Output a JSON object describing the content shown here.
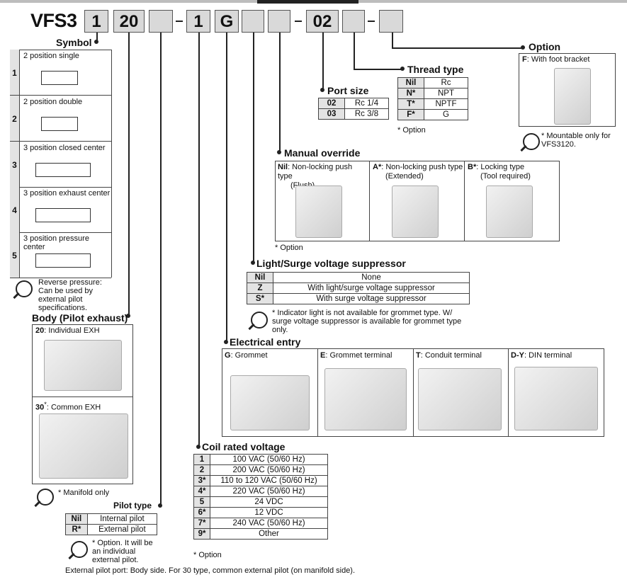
{
  "model": {
    "prefix": "VFS3",
    "boxes": [
      "1",
      "20",
      "",
      "1",
      "G",
      "",
      "02",
      "",
      ""
    ]
  },
  "symbol": {
    "title": "Symbol",
    "rows": [
      {
        "num": "1",
        "label": "2 position single"
      },
      {
        "num": "2",
        "label": "2 position double"
      },
      {
        "num": "3",
        "label": "3 position closed center"
      },
      {
        "num": "4",
        "label": "3 position exhaust center"
      },
      {
        "num": "5",
        "label": "3 position pressure center"
      }
    ],
    "note": "Reverse pressure: Can be used by external pilot specifications."
  },
  "body": {
    "title": "Body (Pilot exhaust)",
    "opt1_key": "20",
    "opt1_label": ": Individual EXH",
    "opt2_key": "30",
    "opt2_label": ": Common EXH",
    "note": "Manifold only"
  },
  "pilot": {
    "title": "Pilot type",
    "rows": [
      {
        "k": "Nil",
        "v": "Internal pilot"
      },
      {
        "k": "R*",
        "v": "External pilot"
      }
    ],
    "note": "Option. It will be an individual external pilot."
  },
  "footer": "External pilot port: Body side. For 30 type, common external pilot (on manifold side).",
  "coil": {
    "title": "Coil rated voltage",
    "rows": [
      {
        "k": "1",
        "v": "100 VAC (50/60 Hz)"
      },
      {
        "k": "2",
        "v": "200 VAC (50/60 Hz)"
      },
      {
        "k": "3*",
        "v": "110 to 120 VAC (50/60 Hz)"
      },
      {
        "k": "4*",
        "v": "220 VAC (50/60 Hz)"
      },
      {
        "k": "5",
        "v": "24 VDC"
      },
      {
        "k": "6*",
        "v": "12 VDC"
      },
      {
        "k": "7*",
        "v": "240 VAC (50/60 Hz)"
      },
      {
        "k": "9*",
        "v": "Other"
      }
    ],
    "note": "Option"
  },
  "electrical": {
    "title": "Electrical entry",
    "cells": [
      {
        "k": "G",
        "v": ": Grommet"
      },
      {
        "k": "E",
        "v": ": Grommet terminal"
      },
      {
        "k": "T",
        "v": ": Conduit terminal"
      },
      {
        "k": "D-Y",
        "v": ": DIN terminal"
      }
    ]
  },
  "suppressor": {
    "title": "Light/Surge voltage suppressor",
    "rows": [
      {
        "k": "Nil",
        "v": "None"
      },
      {
        "k": "Z",
        "v": "With light/surge voltage suppressor"
      },
      {
        "k": "S*",
        "v": "With surge voltage suppressor"
      }
    ],
    "note": "Indicator light is not available for grommet type. W/ surge voltage suppressor is available for grommet type only."
  },
  "manual": {
    "title": "Manual override",
    "cells": [
      {
        "k": "Nil",
        "v": ": Non-locking push type",
        "sub": "(Flush)"
      },
      {
        "k": "A*",
        "v": ": Non-locking push type",
        "sub": "(Extended)"
      },
      {
        "k": "B*",
        "v": ": Locking type",
        "sub": "(Tool required)"
      }
    ],
    "note": "Option"
  },
  "port": {
    "title": "Port size",
    "rows": [
      {
        "k": "02",
        "v": "Rc 1/4"
      },
      {
        "k": "03",
        "v": "Rc 3/8"
      }
    ]
  },
  "thread": {
    "title": "Thread type",
    "rows": [
      {
        "k": "Nil",
        "v": "Rc"
      },
      {
        "k": "N*",
        "v": "NPT"
      },
      {
        "k": "T*",
        "v": "NPTF"
      },
      {
        "k": "F*",
        "v": "G"
      }
    ],
    "note": "Option"
  },
  "option": {
    "title": "Option",
    "label_k": "F",
    "label_v": ": With foot bracket",
    "note": "Mountable only for VFS3120."
  }
}
